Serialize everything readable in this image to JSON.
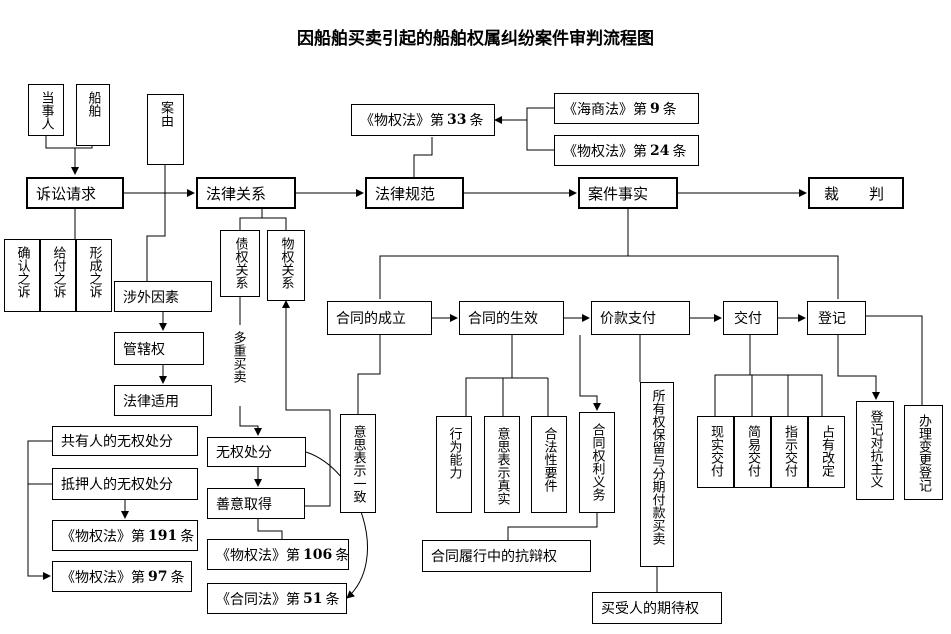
{
  "title": "因船舶买卖引起的船舶权属纠纷案件审判流程图",
  "boxes": {
    "party": "当事人",
    "ship": "船舶",
    "cause": "案由",
    "claim": "诉讼请求",
    "confirm_suit": "确认之诉",
    "payment_suit": "给付之诉",
    "formation_suit": "形成之诉",
    "legal_relation": "法律关系",
    "debt_relation": "债权关系",
    "property_relation": "物权关系",
    "foreign_factor": "涉外因素",
    "jurisdiction": "管辖权",
    "law_application": "法律适用",
    "multiple_sale": "多重买卖",
    "co_owner_disposal": "共有人的无权处分",
    "mortgagor_disposal": "抵押人的无权处分",
    "art191": {
      "prefix": "《物权法》第",
      "num": "191",
      "suffix": "条"
    },
    "art97": {
      "prefix": "《物权法》第",
      "num": "97",
      "suffix": "条"
    },
    "unauthorized_disposal": "无权处分",
    "good_faith": "善意取得",
    "art106": {
      "prefix": "《物权法》第",
      "num": "106",
      "suffix": "条"
    },
    "contract51": {
      "prefix": "《合同法》第",
      "num": "51",
      "suffix": "条"
    },
    "legal_norm": "法律规范",
    "property33": {
      "prefix": "《物权法》第",
      "num": "33",
      "suffix": "条"
    },
    "maritime9": {
      "prefix": "《海商法》第",
      "num": "9",
      "suffix": "条"
    },
    "property24": {
      "prefix": "《物权法》第",
      "num": "24",
      "suffix": "条"
    },
    "case_facts": "案件事实",
    "judgment": "裁　　判",
    "formation": "合同的成立",
    "effect": "合同的生效",
    "price_payment": "价款支付",
    "delivery": "交付",
    "registration": "登记",
    "consensus": "意思表示一致",
    "capacity": "行为能力",
    "true_intent": "意思表示真实",
    "legality": "合法性要件",
    "rights_obligations": "合同权利义务",
    "title_retention": "所有权保留与分期付款买卖",
    "actual_delivery": "现实交付",
    "simple_delivery": "简易交付",
    "indicated_delivery": "指示交付",
    "constructive_delivery": "占有改定",
    "registration_against": "登记对抗主义",
    "change_registration": "办理变更登记",
    "defense_right": "合同履行中的抗辩权",
    "buyer_expectancy": "买受人的期待权"
  }
}
